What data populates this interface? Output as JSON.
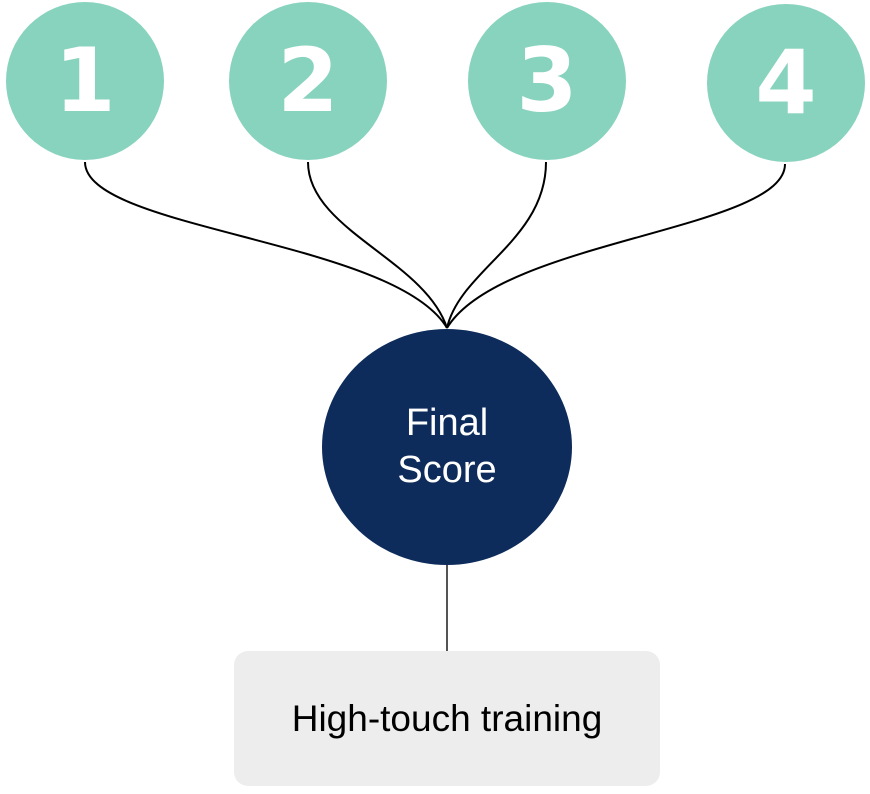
{
  "inputs": [
    {
      "label": "1"
    },
    {
      "label": "2"
    },
    {
      "label": "3"
    },
    {
      "label": "4"
    }
  ],
  "final_score": {
    "line1": "Final",
    "line2": "Score"
  },
  "outcome": {
    "label": "High-touch training"
  },
  "colors": {
    "input_fill": "#88d3be",
    "final_fill": "#0e2c5b",
    "outcome_fill": "#ededed",
    "connector": "#000000",
    "stem": "#555555"
  }
}
